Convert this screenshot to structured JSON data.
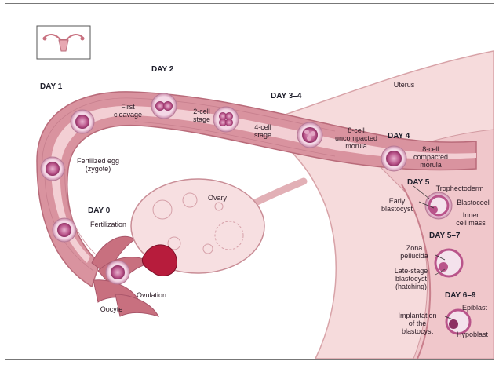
{
  "days": {
    "day0": "DAY 0",
    "day1": "DAY 1",
    "day2": "DAY 2",
    "day34": "DAY 3–4",
    "day4": "DAY 4",
    "day5": "DAY 5",
    "day56": "DAY 5–7",
    "day69": "DAY 6–9"
  },
  "labels": {
    "uterus": "Uterus",
    "first_cleavage": "First\ncleavage",
    "two_cell": "2-cell\nstage",
    "four_cell": "4-cell\nstage",
    "eight_cell": "8-cell\nuncompacted\nmorula",
    "compacted": "8-cell\ncompacted\nmorula",
    "fertilized": "Fertilized egg\n(zygote)",
    "ovary": "Ovary",
    "fertilization": "Fertilization",
    "oocyte": "Oocyte",
    "ovulation": "Ovulation",
    "early_blastocyst": "Early\nblastocyst",
    "trophectoderm": "Trophectoderm",
    "blastocoel": "Blastocoel",
    "inner_cell_mass": "Inner\ncell mass",
    "zona_pellucida": "Zona\npellucida",
    "late_blastocyst": "Late-stage\nblastocyst\n(hatching)",
    "epiblast": "Epiblast",
    "hypoblast": "Hypoblast",
    "implantation": "Implantation\nof the\nblastocyst"
  },
  "colors": {
    "tube_outer": "#d9939f",
    "tube_inner": "#f3cfd4",
    "uterus": "#f6dbdc",
    "ovary": "#f7dfe1",
    "cell": "#b9548a",
    "cell_light": "#e3a7c4",
    "blood": "#b71c3c"
  },
  "icons": {
    "inset": "uterus-inset-icon"
  }
}
